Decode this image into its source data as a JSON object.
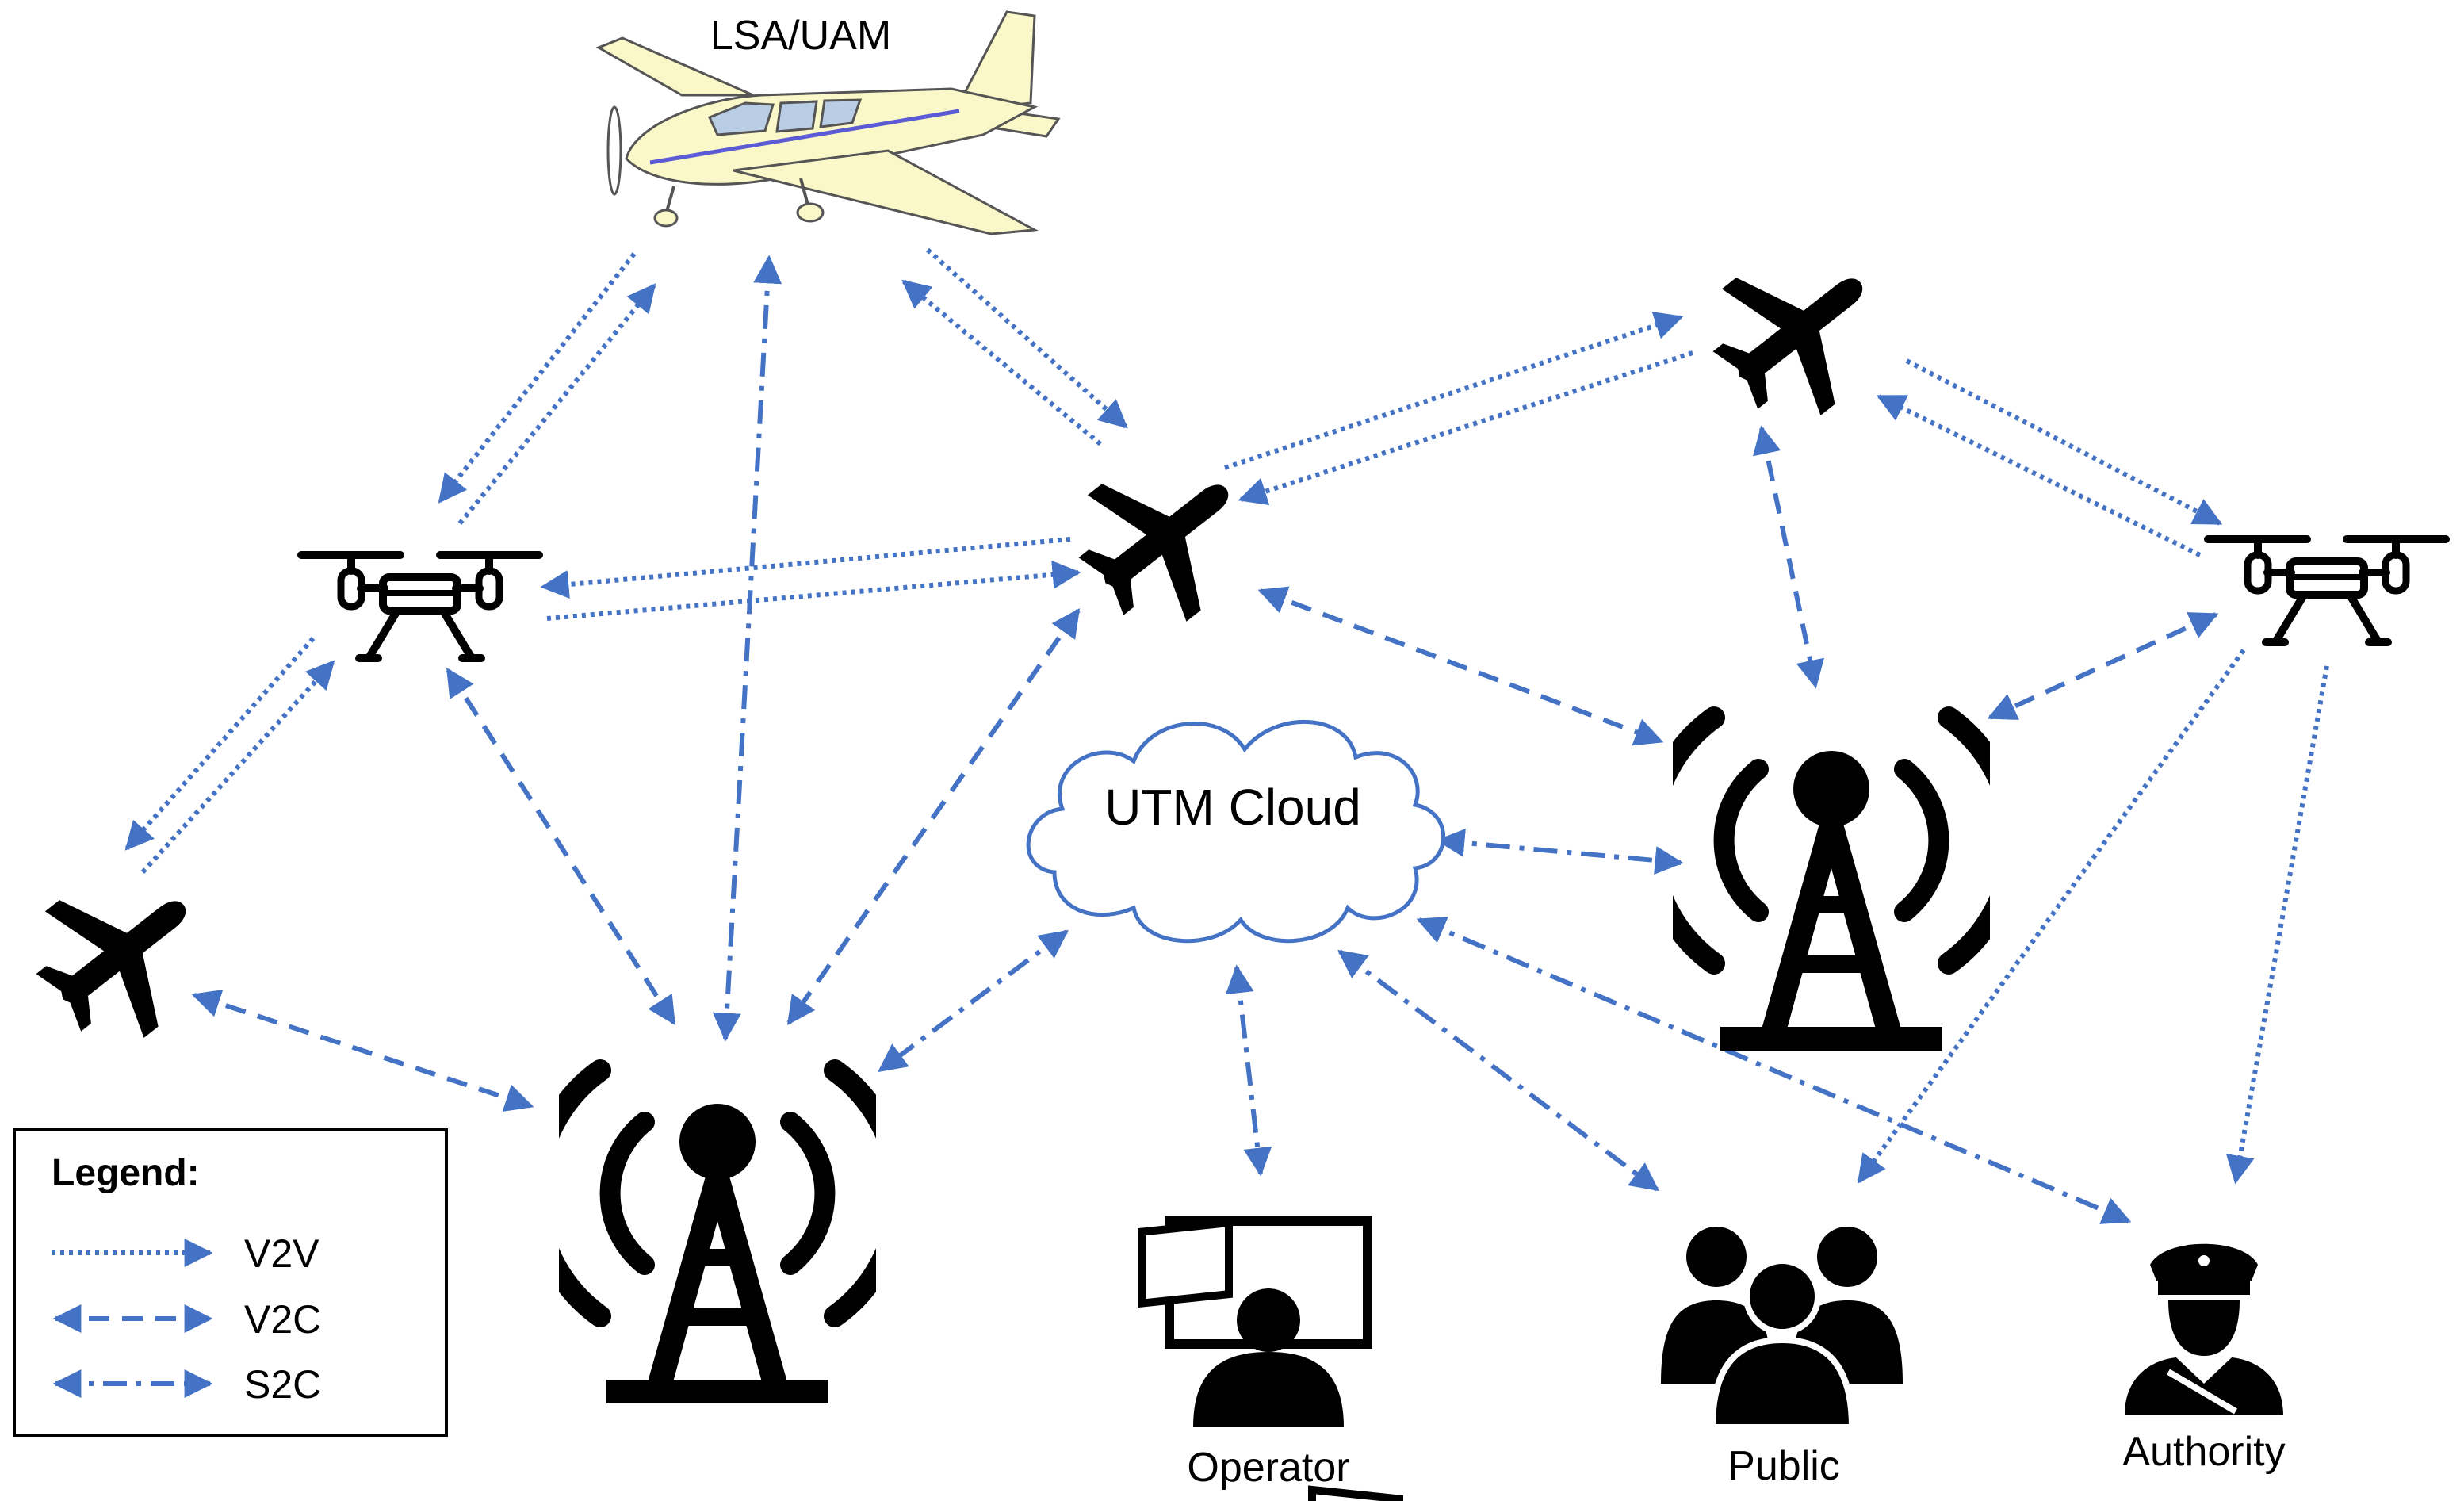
{
  "labels": {
    "lsa": "LSA/UAM",
    "cloud": "UTM Cloud",
    "operator": "Operator",
    "public": "Public",
    "authority": "Authority"
  },
  "legend": {
    "title": "Legend:",
    "items": [
      {
        "label": "V2V",
        "style": "dotted"
      },
      {
        "label": "V2C",
        "style": "dashed"
      },
      {
        "label": "S2C",
        "style": "dash-dot"
      }
    ]
  },
  "colors": {
    "link": "#4472C4",
    "cloud_outline": "#4472C4",
    "aircraft_body": "#FAF7C8",
    "icon": "#000000"
  },
  "icons": {
    "lsa": "light-sport-aircraft-icon",
    "drones": "quadcopter-drone-icon",
    "planes": "airplane-icon",
    "towers": "radio-tower-icon",
    "operator": "operator-workstation-icon",
    "public": "people-group-icon",
    "authority": "police-officer-icon"
  }
}
